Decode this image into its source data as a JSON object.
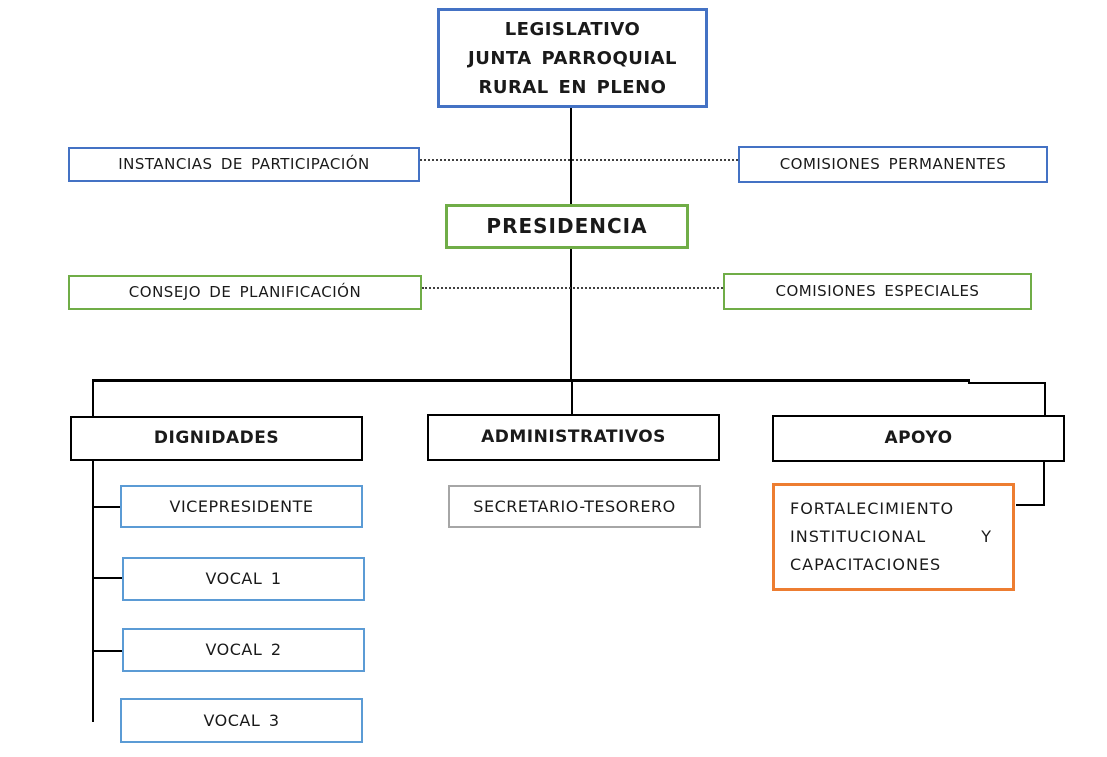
{
  "diagram_type": "organizational-chart",
  "language": "es",
  "colors": {
    "blue_border": "#4472C4",
    "light_blue_border": "#5B9BD5",
    "green_border": "#70AD47",
    "orange_border": "#ED7D31",
    "gray_border": "#A6A6A6",
    "black_border": "#000000",
    "connector_solid": "#000000",
    "connector_dotted": "#404040",
    "background": "#ffffff",
    "text": "#1a1a1a"
  },
  "nodes": {
    "legislativo": {
      "line1": "LEGISLATIVO",
      "line2": "JUNTA PARROQUIAL",
      "line3": "RURAL EN PLENO"
    },
    "instancias_participacion": {
      "label": "INSTANCIAS DE PARTICIPACIÓN"
    },
    "comisiones_permanentes": {
      "label": "COMISIONES PERMANENTES"
    },
    "presidencia": {
      "label": "PRESIDENCIA"
    },
    "consejo_planificacion": {
      "label": "CONSEJO DE PLANIFICACIÓN"
    },
    "comisiones_especiales": {
      "label": "COMISIONES ESPECIALES"
    },
    "dignidades": {
      "label": "DIGNIDADES"
    },
    "administrativos": {
      "label": "ADMINISTRATIVOS"
    },
    "apoyo": {
      "label": "APOYO"
    },
    "vicepresidente": {
      "label": "VICEPRESIDENTE"
    },
    "vocal1": {
      "label": "VOCAL 1"
    },
    "vocal2": {
      "label": "VOCAL 2"
    },
    "vocal3": {
      "label": "VOCAL 3"
    },
    "secretario_tesorero": {
      "label": "SECRETARIO-TESORERO"
    },
    "fortalecimiento": {
      "line1": "FORTALECIMIENTO",
      "line2_a": "INSTITUCIONAL",
      "line2_b": "Y",
      "line3": "CAPACITACIONES"
    }
  },
  "hierarchy_edges": [
    "legislativo -> presidencia (solid)",
    "instancias_participacion -- comisiones_permanentes (dotted, across legislativo-presidencia line)",
    "consejo_planificacion -- comisiones_especiales (dotted, across presidencia line)",
    "presidencia -> dignidades (solid)",
    "presidencia -> administrativos (solid)",
    "presidencia -> apoyo (solid)",
    "dignidades -> vicepresidente (solid)",
    "dignidades -> vocal1 (solid)",
    "dignidades -> vocal2 (solid)",
    "dignidades -> vocal3 (solid spine)",
    "apoyo -> fortalecimiento (solid, right side)"
  ]
}
